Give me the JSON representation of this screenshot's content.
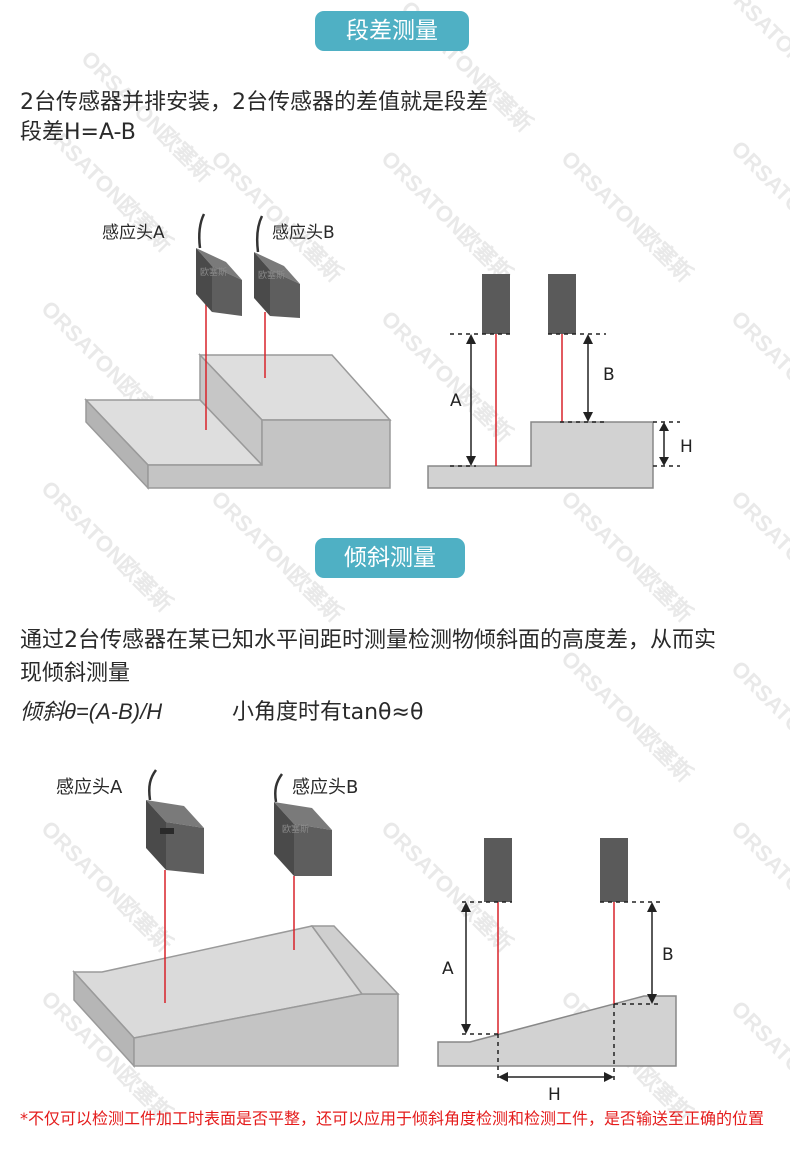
{
  "watermark": "ORSATON欧塞斯",
  "sensor_badge": "欧塞斯",
  "section1": {
    "title": "段差测量",
    "line1": "2台传感器并排安装，2台传感器的差值就是段差",
    "line2": "段差H=A-B",
    "head_a": "感应头A",
    "head_b": "感应头B",
    "dim_a": "A",
    "dim_b": "B",
    "dim_h": "H"
  },
  "section2": {
    "title": "倾斜测量",
    "line1": "通过2台传感器在某已知水平间距时测量检测物倾斜面的高度差，从而实",
    "line2": "现倾斜测量",
    "formula": "倾斜θ=(A-B)/H",
    "approx": "小角度时有tanθ≈θ",
    "head_a": "感应头A",
    "head_b": "感应头B",
    "dim_a": "A",
    "dim_b": "B",
    "dim_h": "H"
  },
  "note": "*不仅可以检测工件加工时表面是否平整，还可以应用于倾斜角度检测和检测工件，是否输送至正确的位置",
  "colors": {
    "accent": "#4fb0c4",
    "laser": "#d8232a",
    "sensor": "#555555",
    "block_top": "#d2d2d2",
    "block_side": "#b8b8b8",
    "note": "#e41b1b"
  }
}
